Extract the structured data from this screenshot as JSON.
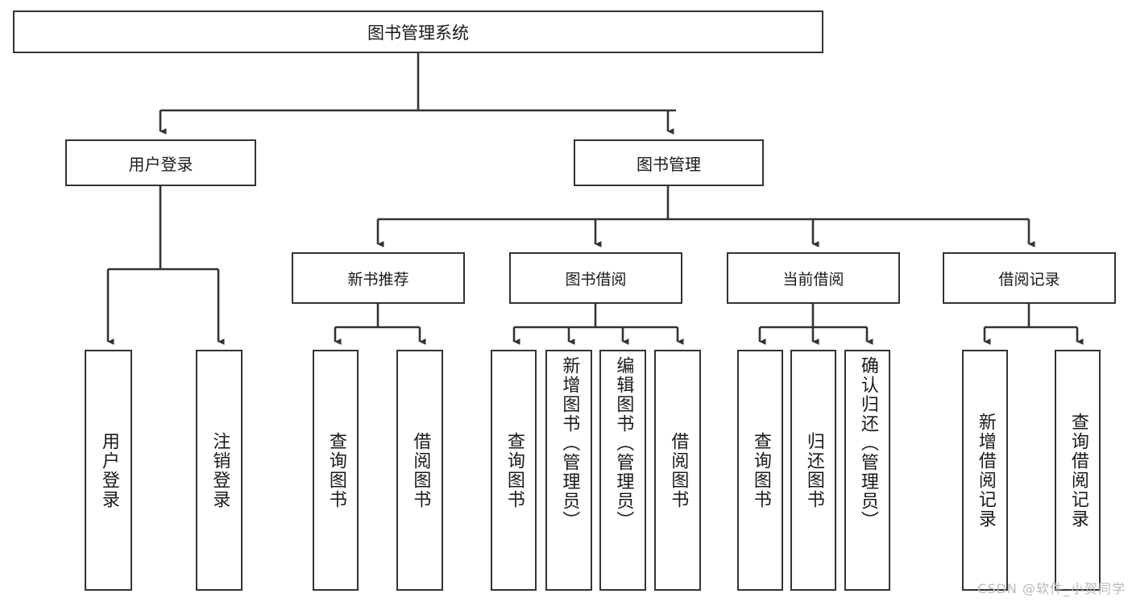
{
  "diagram": {
    "title": "图书管理系统",
    "type": "tree-hierarchy-chart",
    "root": {
      "label": "图书管理系统"
    },
    "level2": [
      {
        "label": "用户登录"
      },
      {
        "label": "图书管理"
      }
    ],
    "level3": [
      {
        "label": "新书推荐"
      },
      {
        "label": "图书借阅"
      },
      {
        "label": "当前借阅"
      },
      {
        "label": "借阅记录"
      }
    ],
    "leaves": {
      "user_login": [
        {
          "label": "用户登录"
        },
        {
          "label": "注销登录"
        }
      ],
      "new_book_recommend": [
        {
          "label": "查询图书"
        },
        {
          "label": "借阅图书"
        }
      ],
      "book_borrow": [
        {
          "label": "查询图书"
        },
        {
          "label": "新增图书（管理员）"
        },
        {
          "label": "编辑图书（管理员）"
        },
        {
          "label": "借阅图书"
        }
      ],
      "current_borrow": [
        {
          "label": "查询图书"
        },
        {
          "label": "归还图书"
        },
        {
          "label": "确认归还（管理员）"
        }
      ],
      "borrow_record": [
        {
          "label": "新增借阅记录"
        },
        {
          "label": "查询借阅记录"
        }
      ]
    }
  },
  "watermark": {
    "text": "CSDN @软件_小贺同学"
  },
  "colors": {
    "box_border": "#333333",
    "box_fill": "#ffffff",
    "connector": "#333333",
    "text": "#1a1a1a",
    "watermark": "#b9b9b9"
  }
}
